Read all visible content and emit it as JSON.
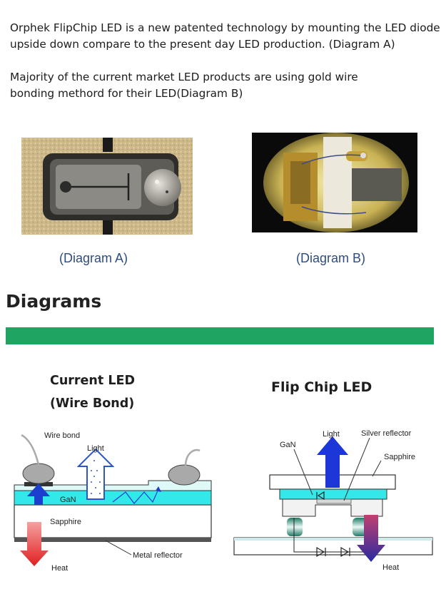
{
  "intro": {
    "paragraph1": [
      "Orphek FlipChip LED is a new patented technology by mounting the LED diode",
      "upside down compare to the present day LED production. (Diagram A)"
    ],
    "paragraph2": [
      "Majority of the current market LED products are using gold wire",
      "bonding methord for their LED(Diagram B)"
    ]
  },
  "photos": {
    "caption_a": "(Diagram A)",
    "caption_b": "(Diagram B)"
  },
  "section": {
    "heading": "Diagrams",
    "accent_color": "#1fa561"
  },
  "current_led": {
    "title_line1": "Current LED",
    "title_line2": "(Wire Bond)",
    "labels": {
      "wire_bond": "Wire bond",
      "light": "Light",
      "gan": "GaN",
      "sapphire": "Sapphire",
      "metal_reflector": "Metal reflector",
      "heat": "Heat"
    }
  },
  "flip_chip_led": {
    "title": "Flip Chip LED",
    "labels": {
      "light": "Light",
      "silver_reflector": "Silver reflector",
      "gan": "GaN",
      "sapphire": "Sapphire",
      "heat": "Heat"
    }
  }
}
